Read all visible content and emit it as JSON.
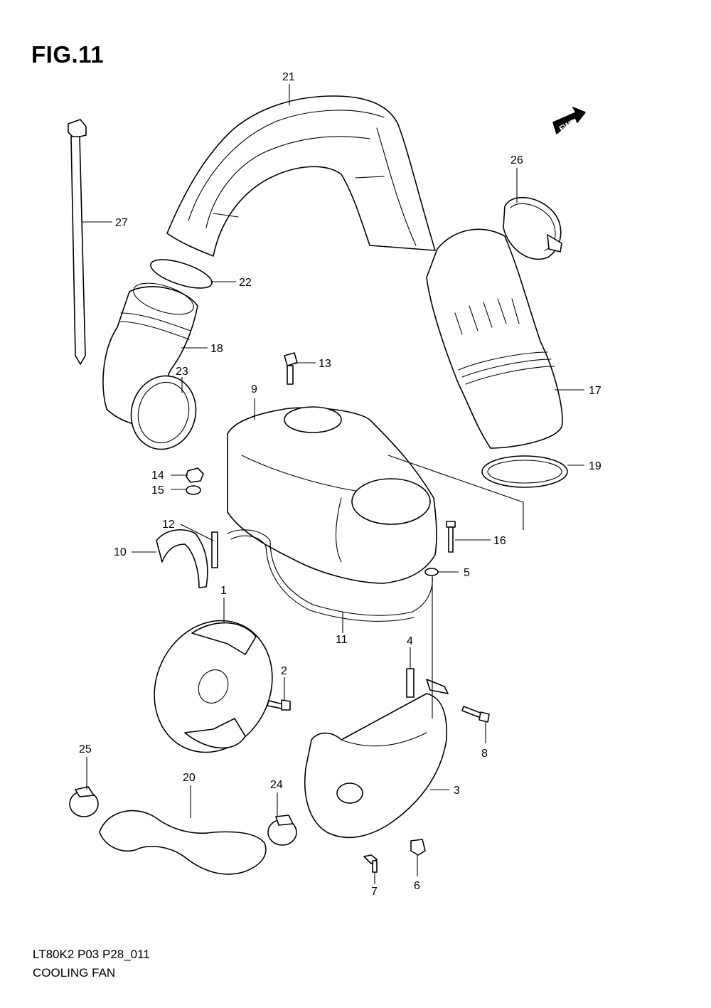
{
  "figure": {
    "title": "FIG.11",
    "code": "LT80K2 P03 P28_011",
    "name": "COOLING FAN",
    "direction_label": "FWD"
  },
  "callouts": [
    {
      "id": "c1",
      "label": "1"
    },
    {
      "id": "c2",
      "label": "2"
    },
    {
      "id": "c3",
      "label": "3"
    },
    {
      "id": "c4",
      "label": "4"
    },
    {
      "id": "c5",
      "label": "5"
    },
    {
      "id": "c6",
      "label": "6"
    },
    {
      "id": "c7",
      "label": "7"
    },
    {
      "id": "c8",
      "label": "8"
    },
    {
      "id": "c9",
      "label": "9"
    },
    {
      "id": "c10",
      "label": "10"
    },
    {
      "id": "c11",
      "label": "11"
    },
    {
      "id": "c12",
      "label": "12"
    },
    {
      "id": "c13",
      "label": "13"
    },
    {
      "id": "c14",
      "label": "14"
    },
    {
      "id": "c15",
      "label": "15"
    },
    {
      "id": "c16",
      "label": "16"
    },
    {
      "id": "c17",
      "label": "17"
    },
    {
      "id": "c18",
      "label": "18"
    },
    {
      "id": "c19",
      "label": "19"
    },
    {
      "id": "c20",
      "label": "20"
    },
    {
      "id": "c21",
      "label": "21"
    },
    {
      "id": "c22",
      "label": "22"
    },
    {
      "id": "c23",
      "label": "23"
    },
    {
      "id": "c24",
      "label": "24"
    },
    {
      "id": "c25",
      "label": "25"
    },
    {
      "id": "c26",
      "label": "26"
    },
    {
      "id": "c27",
      "label": "27"
    }
  ]
}
